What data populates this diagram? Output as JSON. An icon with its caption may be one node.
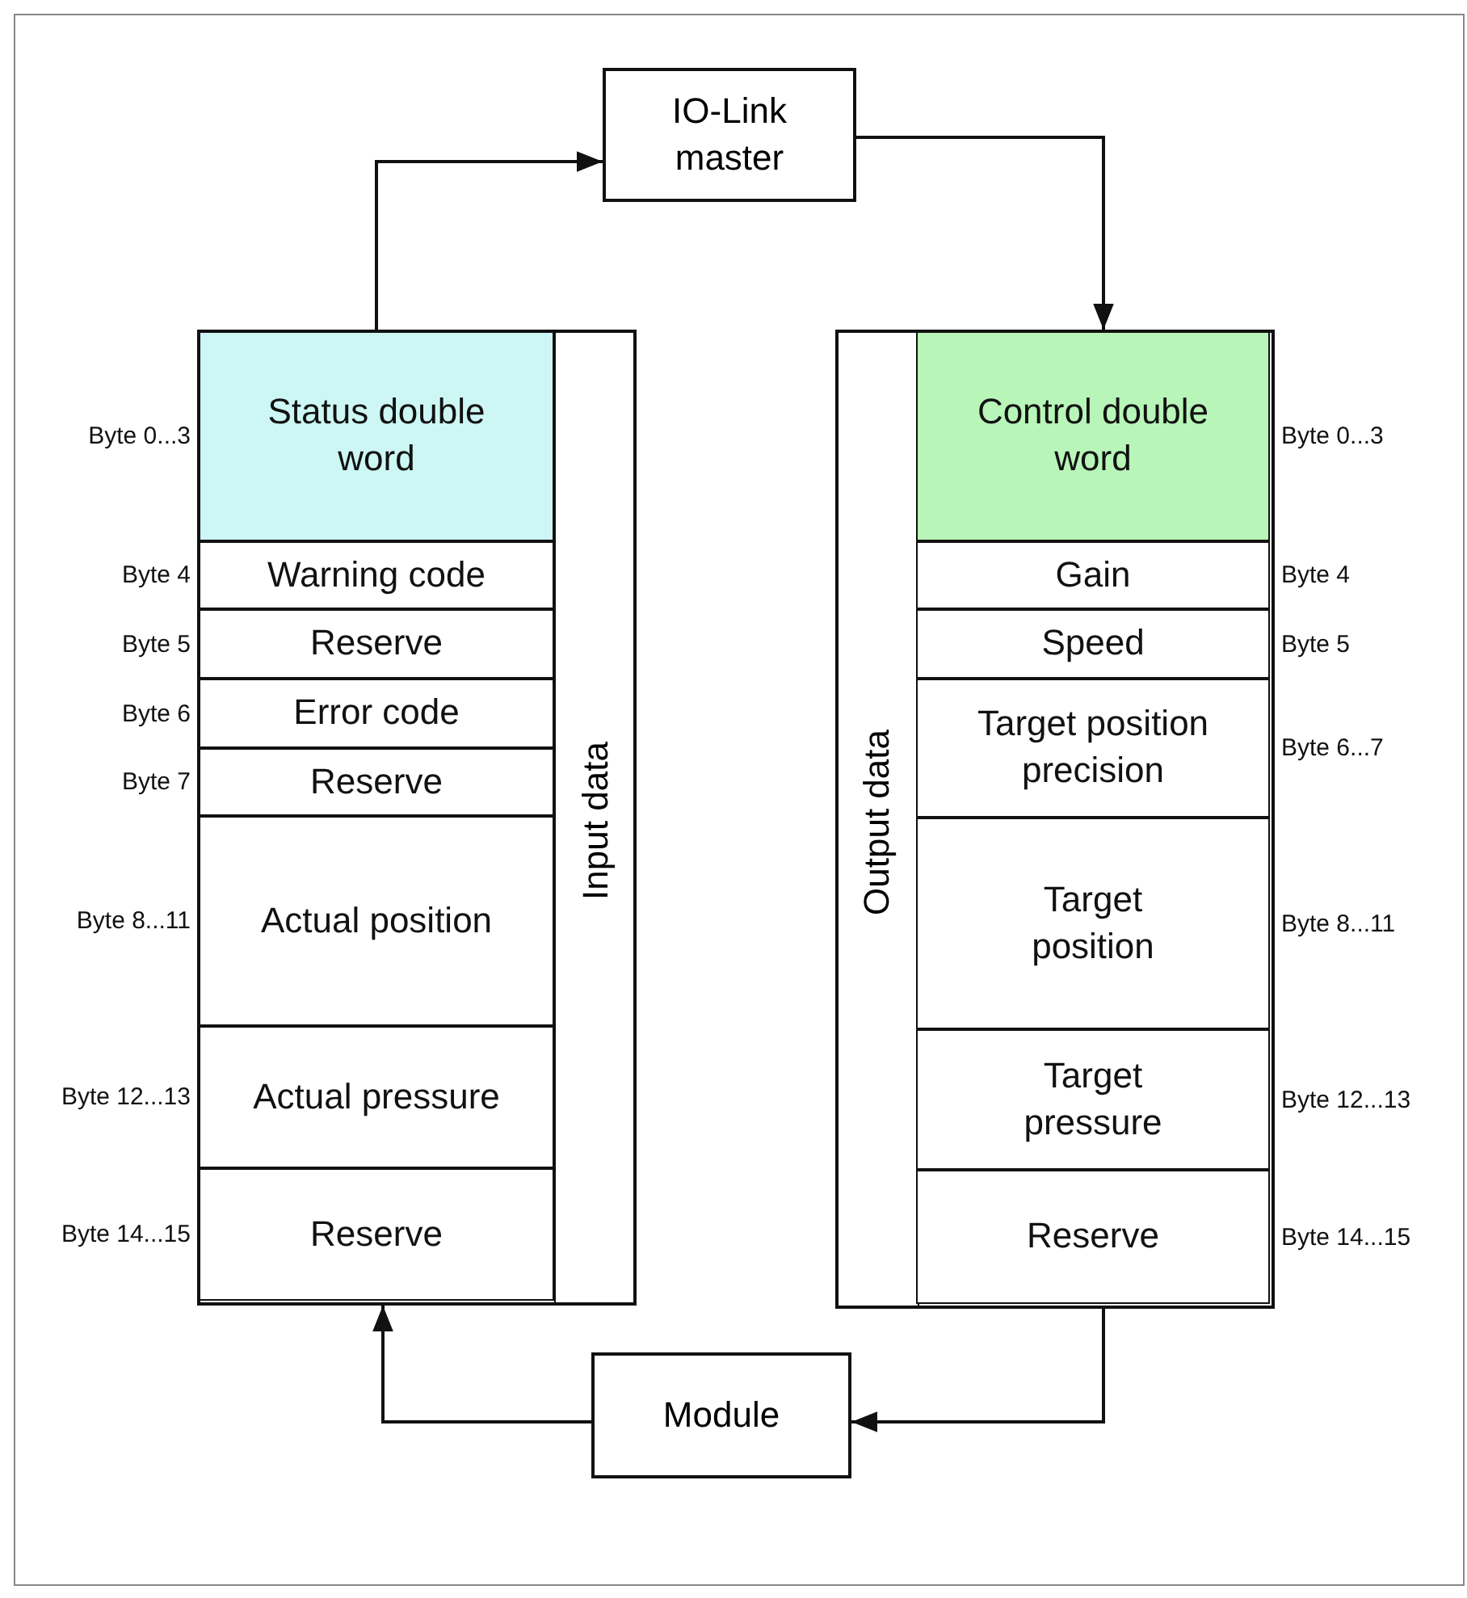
{
  "diagram": {
    "nodes": [
      {
        "text": [
          "IO-Link master"
        ]
      },
      {
        "text": [
          "Input data"
        ]
      },
      {
        "text": [
          "Status double word"
        ],
        "in": 1,
        "beside": [
          "Byte 0...3"
        ]
      },
      {
        "text": [
          "Warning code"
        ],
        "in": 1,
        "beside": [
          "Byte 4"
        ]
      },
      {
        "text": [
          "Reserve"
        ],
        "in": 1,
        "beside": [
          "Byte 5"
        ]
      },
      {
        "text": [
          "Error code"
        ],
        "in": 1,
        "beside": [
          "Byte 6"
        ]
      },
      {
        "text": [
          "Reserve"
        ],
        "in": 1,
        "beside": [
          "Byte 7"
        ]
      },
      {
        "text": [
          "Actual position"
        ],
        "in": 1,
        "beside": [
          "Byte 8...11"
        ]
      },
      {
        "text": [
          "Actual pressure"
        ],
        "in": 1,
        "beside": [
          "Byte 12...13"
        ]
      },
      {
        "text": [
          "Reserve"
        ],
        "in": 1,
        "beside": [
          "Byte 14...15"
        ]
      },
      {
        "text": [
          "Output data"
        ]
      },
      {
        "text": [
          "Control double word"
        ],
        "in": 10,
        "beside": [
          "Byte 0...3"
        ]
      },
      {
        "text": [
          "Gain"
        ],
        "in": 10,
        "beside": [
          "Byte 4"
        ]
      },
      {
        "text": [
          "Speed"
        ],
        "in": 10,
        "beside": [
          "Byte 5"
        ]
      },
      {
        "text": [
          "Target position precision"
        ],
        "in": 10,
        "beside": [
          "Byte 6...7"
        ]
      },
      {
        "text": [
          "Target position"
        ],
        "in": 10,
        "beside": [
          "Byte 8...11"
        ]
      },
      {
        "text": [
          "Target pressure"
        ],
        "in": 10,
        "beside": [
          "Byte 12...13"
        ]
      },
      {
        "text": [
          "Reserve"
        ],
        "in": 10,
        "beside": [
          "Byte 14...15"
        ]
      },
      {
        "text": [
          "Module"
        ]
      }
    ],
    "edges": [
      {
        "from": 1,
        "to": 0,
        "arrow": "to"
      },
      {
        "from": 0,
        "to": 10,
        "arrow": "to"
      },
      {
        "from": 10,
        "to": 18,
        "arrow": "to"
      },
      {
        "from": 18,
        "to": 1,
        "arrow": "to"
      }
    ]
  }
}
